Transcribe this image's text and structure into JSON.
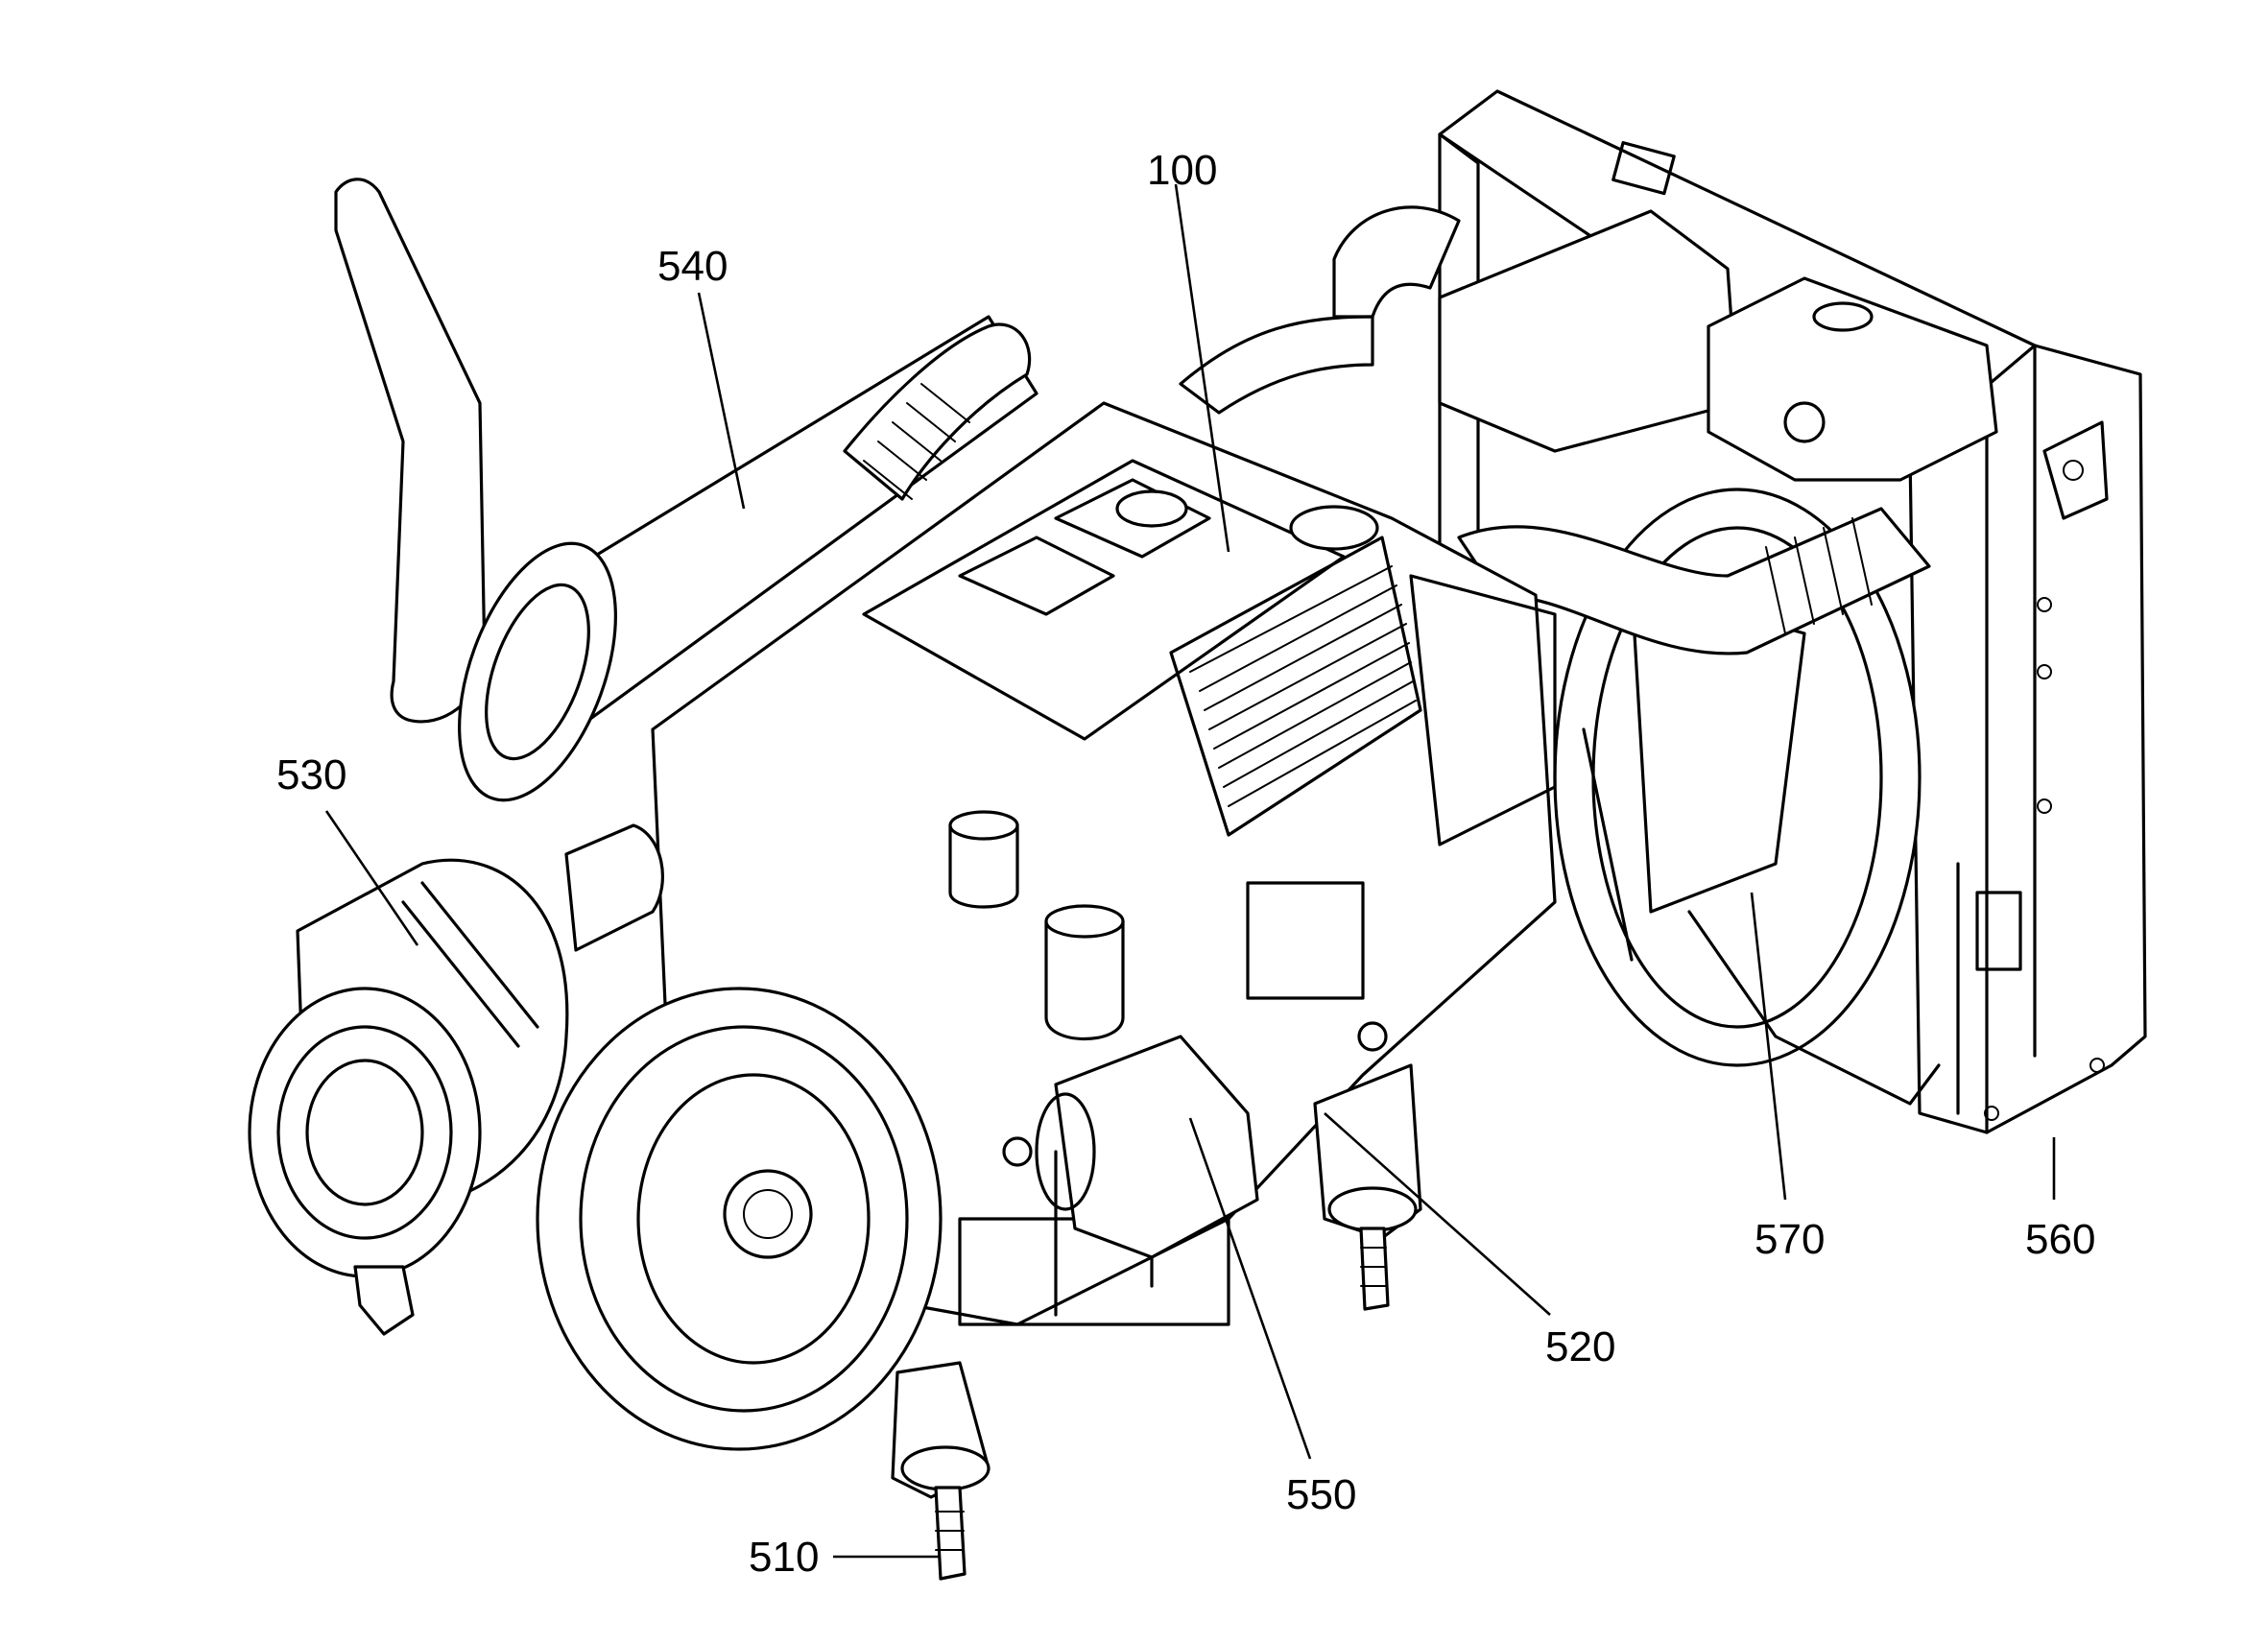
{
  "figure": {
    "labels": [
      {
        "id": "100",
        "text": "100"
      },
      {
        "id": "510",
        "text": "510"
      },
      {
        "id": "520",
        "text": "520"
      },
      {
        "id": "530",
        "text": "530"
      },
      {
        "id": "540",
        "text": "540"
      },
      {
        "id": "550",
        "text": "550"
      },
      {
        "id": "560",
        "text": "560"
      },
      {
        "id": "570",
        "text": "570"
      }
    ]
  }
}
